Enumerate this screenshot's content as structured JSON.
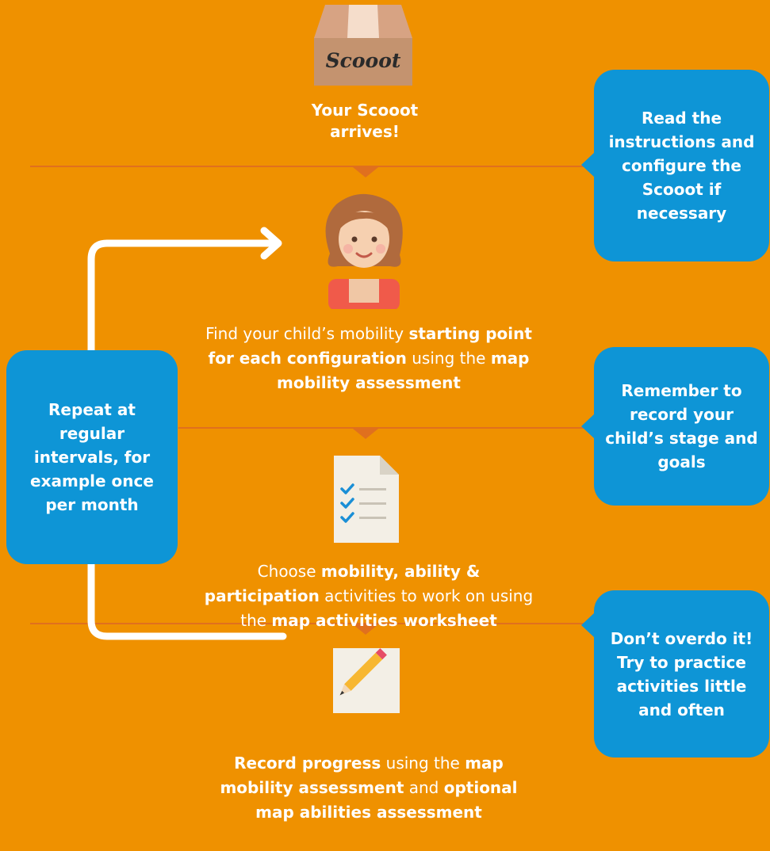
{
  "colors": {
    "background": "#EF9100",
    "bubble": "#0E95D6",
    "divider": "#E0701E",
    "text": "#FFFFFF"
  },
  "box": {
    "brand": "Scooot",
    "logo_text": "Scooot",
    "arrives_line1": "Your Scooot",
    "arrives_line2": "arrives!"
  },
  "steps": [
    {
      "icon": "child-icon",
      "parts": [
        {
          "t": "Find your child’s mobility ",
          "b": false
        },
        {
          "t": "starting point for each configuration",
          "b": true
        },
        {
          "t": " using the ",
          "b": false
        },
        {
          "t": "map mobility assessment",
          "b": true
        }
      ]
    },
    {
      "icon": "checklist-document-icon",
      "parts": [
        {
          "t": "Choose ",
          "b": false
        },
        {
          "t": "mobility, ability & participation",
          "b": true
        },
        {
          "t": " activities to work on using the ",
          "b": false
        },
        {
          "t": "map activities worksheet",
          "b": true
        }
      ]
    },
    {
      "icon": "pencil-note-icon",
      "parts": [
        {
          "t": "Record progress",
          "b": true
        },
        {
          "t": " using the ",
          "b": false
        },
        {
          "t": "map mobility assessment",
          "b": true
        },
        {
          "t": " and ",
          "b": false
        },
        {
          "t": "optional map abilities assessment",
          "b": true
        }
      ]
    }
  ],
  "bubbles": {
    "instructions": "Read the instructions and configure the Scooot if necessary",
    "record": "Remember to record your child’s stage and goals",
    "overdo": "Don’t overdo it! Try to practice activities little and often",
    "repeat": "Repeat at regular intervals, for example once per month"
  }
}
